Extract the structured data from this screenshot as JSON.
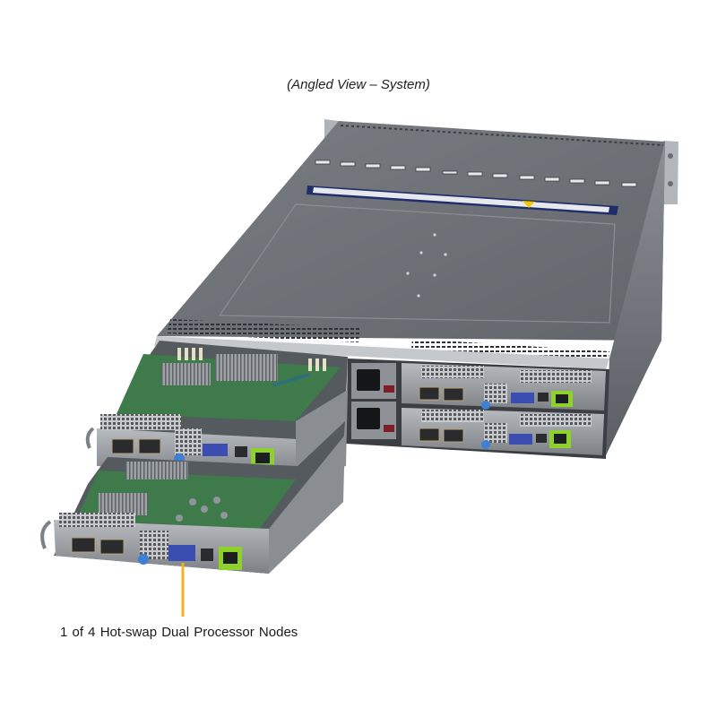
{
  "caption": "(Angled View – System)",
  "callout": {
    "label": "1 of 4 Hot-swap  Dual Processor Nodes",
    "line_color": "#f0b323"
  },
  "product": {
    "description": "2U rackmount server chassis with 4 hot-swap dual processor nodes; two nodes pulled out, two inserted with two power supplies",
    "colors": {
      "chassis": "#6f7378",
      "chassis_dark": "#4f5357",
      "chassis_light": "#9a9ea2",
      "label_strip": "#1f2d6b",
      "vga_port": "#3a4db0",
      "lan_port_highlight": "#8ed12a",
      "pcb": "#3f7a4a",
      "warning": "#f2c800"
    }
  }
}
